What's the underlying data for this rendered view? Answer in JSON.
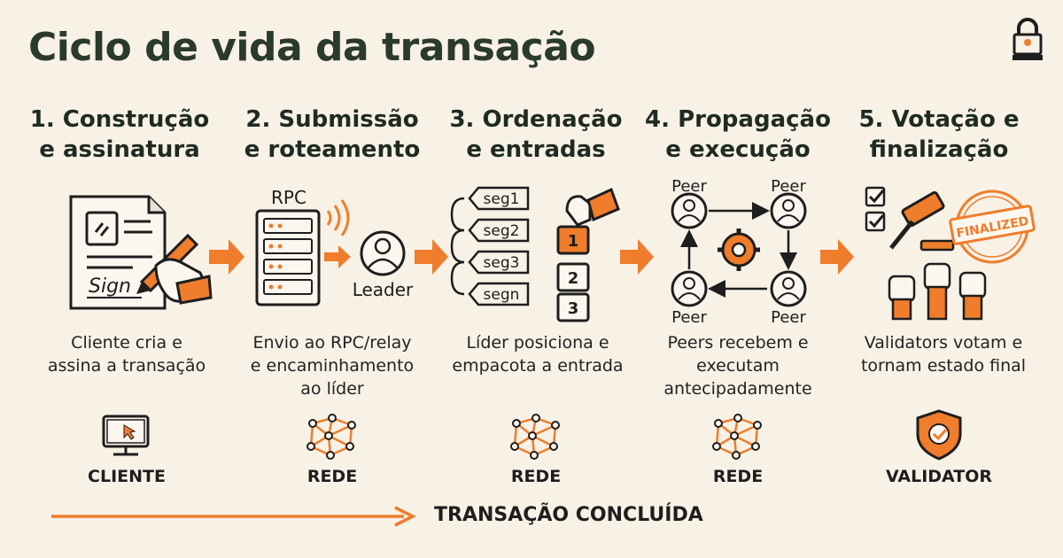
{
  "title": "Ciclo de vida da transação",
  "steps": [
    {
      "title_l1": "1. Construção",
      "title_l2": "e assinatura",
      "desc_l1": "Cliente cria e",
      "desc_l2": "assina a transação",
      "desc_l3": "",
      "role": "CLIENTE",
      "role_icon": "monitor-icon"
    },
    {
      "title_l1": "2. Submissão",
      "title_l2": "e roteamento",
      "desc_l1": "Envio ao RPC/relay",
      "desc_l2": "e encaminhamento",
      "desc_l3": "ao líder",
      "role": "REDE",
      "role_icon": "network-icon"
    },
    {
      "title_l1": "3. Ordenação",
      "title_l2": "e entradas",
      "desc_l1": "Líder posiciona e",
      "desc_l2": "empacota a entrada",
      "desc_l3": "",
      "role": "REDE",
      "role_icon": "network-icon"
    },
    {
      "title_l1": "4. Propagação",
      "title_l2": "e execução",
      "desc_l1": "Peers recebem e",
      "desc_l2": "executam",
      "desc_l3": "antecipadamente",
      "role": "REDE",
      "role_icon": "network-icon"
    },
    {
      "title_l1": "5. Votação e",
      "title_l2": "finalização",
      "desc_l1": "Validators votam e",
      "desc_l2": "tornam estado final",
      "desc_l3": "",
      "role": "VALIDATOR",
      "role_icon": "shield-check-icon"
    }
  ],
  "illustrations": {
    "signature_text": "Sign",
    "rpc_label": "RPC",
    "leader_label": "Leader",
    "segments": [
      "seg1",
      "seg2",
      "seg3",
      "segn"
    ],
    "slots": [
      "1",
      "2",
      "3"
    ],
    "peer_label": "Peer",
    "stamp_text": "FINALIZED"
  },
  "footer": {
    "label": "TRANSAÇÃO CONCLUÍDA"
  },
  "colors": {
    "accent": "#ef7d2b",
    "title": "#2a3a2c",
    "background": "#f8f1e6",
    "ink": "#1e1e1e"
  }
}
